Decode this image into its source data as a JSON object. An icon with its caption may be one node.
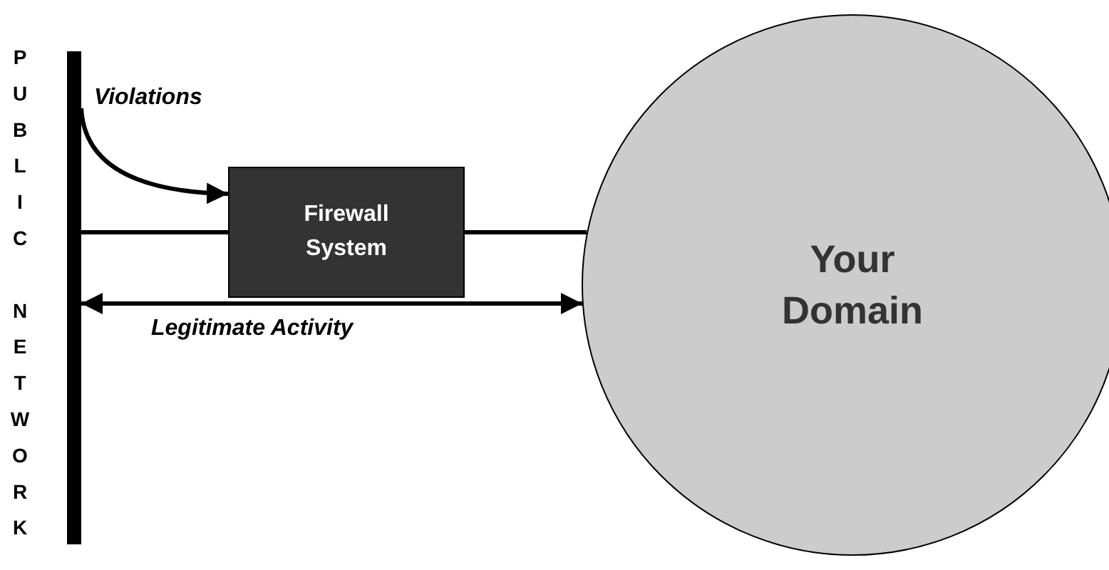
{
  "diagram": {
    "nodes": [
      {
        "text": [
          "PUBLIC NETWORK"
        ]
      },
      {
        "text": [
          "Firewall System"
        ]
      },
      {
        "text": [
          "Your Domain"
        ]
      }
    ],
    "edges": [
      {
        "from": 0,
        "to": 1,
        "arrow": "to",
        "label": "Violations"
      },
      {
        "from": 0,
        "to": 1,
        "arrow": "none"
      },
      {
        "from": 1,
        "to": 2,
        "arrow": "none"
      },
      {
        "from": 0,
        "to": 2,
        "arrow": "both",
        "label": "Legitimate Activity"
      }
    ]
  }
}
